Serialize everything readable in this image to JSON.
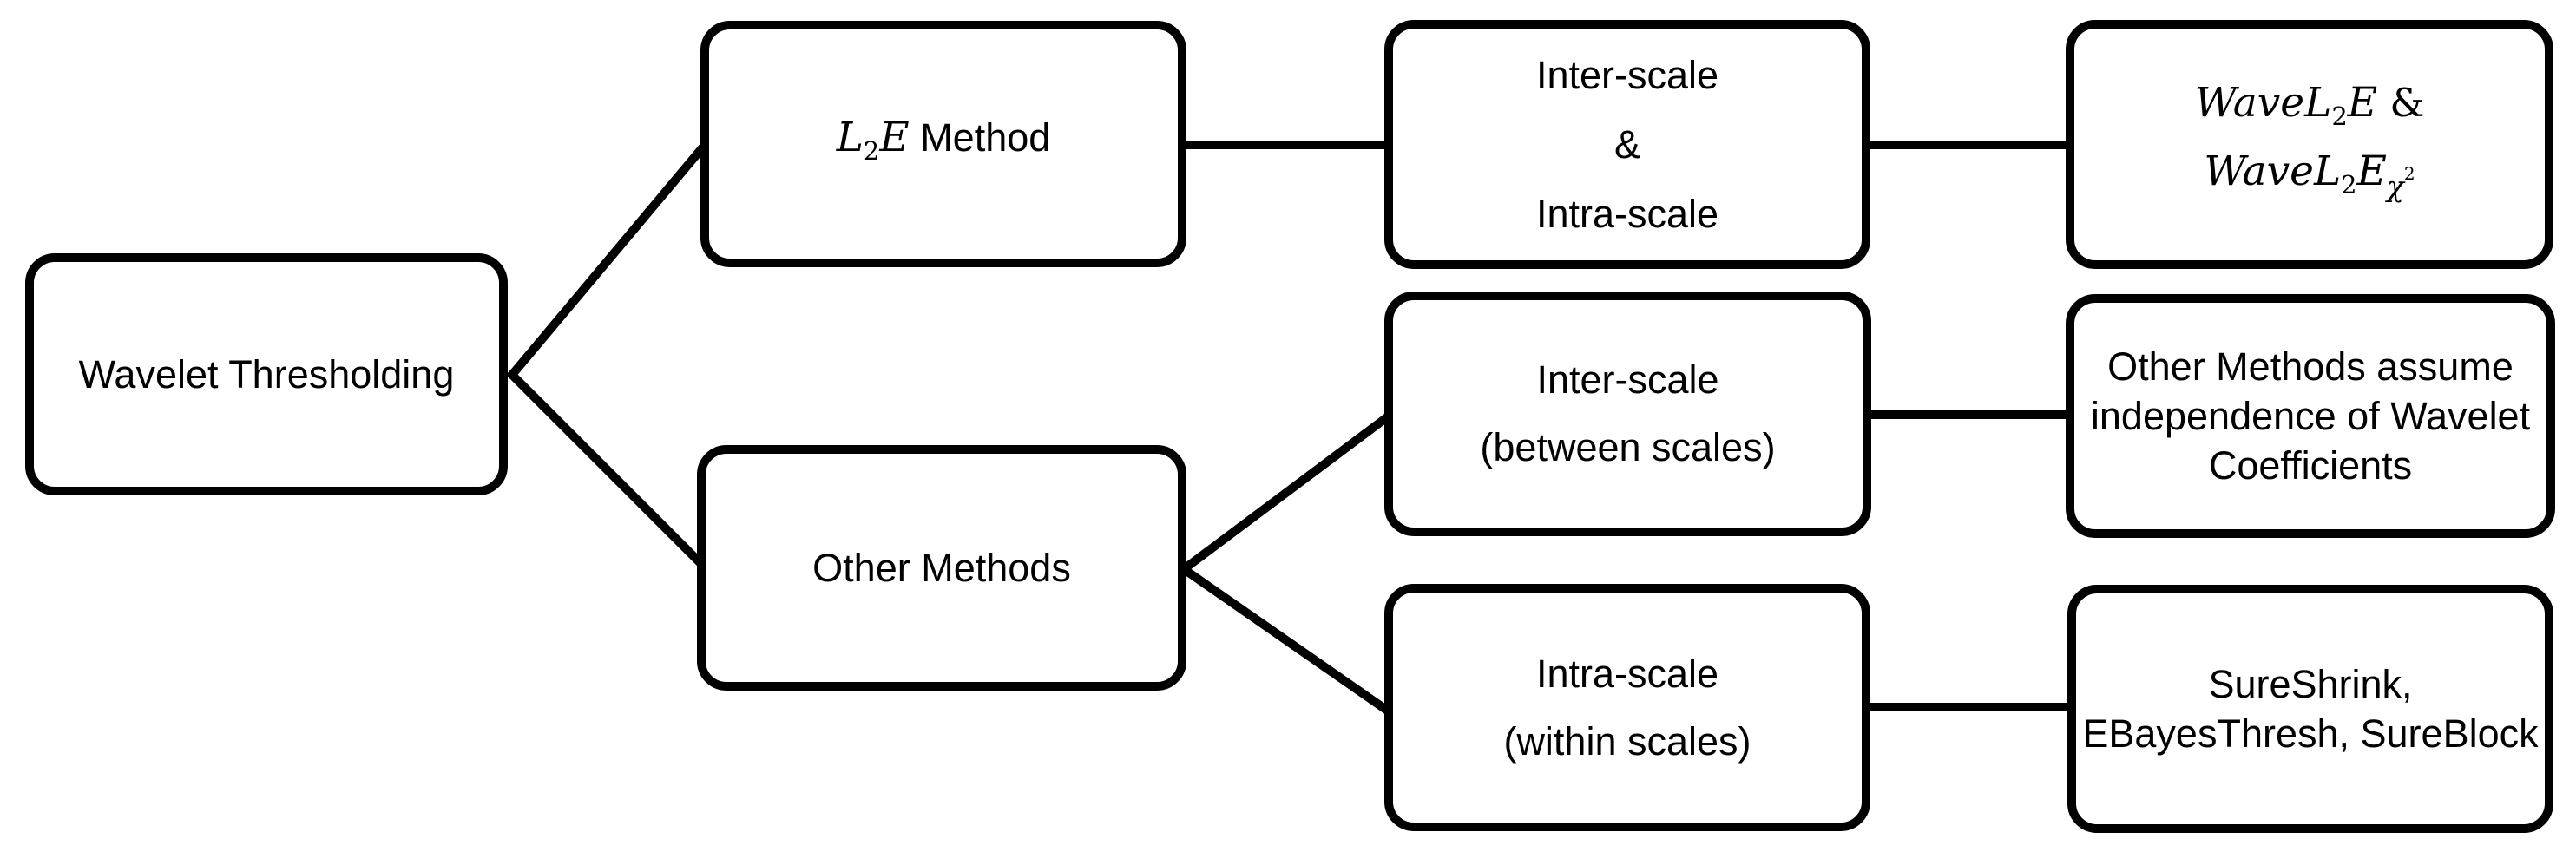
{
  "colors": {
    "ink": "#000000",
    "box_fill": "#ffffff",
    "background": "#ffffff"
  },
  "nodes": {
    "root": {
      "label": "Wavelet Thresholding"
    },
    "l2e_method": {
      "math_l": "L",
      "math_sub": "2",
      "math_e": "E",
      "suffix": " Method"
    },
    "l2e_scales": {
      "line1": "Inter-scale",
      "line2": "&",
      "line3": "Intra-scale"
    },
    "l2e_result": {
      "line1": {
        "w": "WaveL",
        "sub": "2",
        "e": "E",
        "amp": " &"
      },
      "line2": {
        "w": "WaveL",
        "sub": "2",
        "e": "E",
        "chi": "χ",
        "chi_sup": "2"
      }
    },
    "other_methods": {
      "label": "Other Methods"
    },
    "other_inter": {
      "line1": "Inter-scale",
      "line2": "(between scales)"
    },
    "other_inter_result": {
      "line1": "Other Methods assume",
      "line2": "independence of Wavelet",
      "line3": "Coefficients"
    },
    "other_intra": {
      "line1": "Intra-scale",
      "line2": "(within scales)"
    },
    "other_intra_result": {
      "line1": "SureShrink,",
      "line2": "EBayesThresh, SureBlock"
    }
  }
}
